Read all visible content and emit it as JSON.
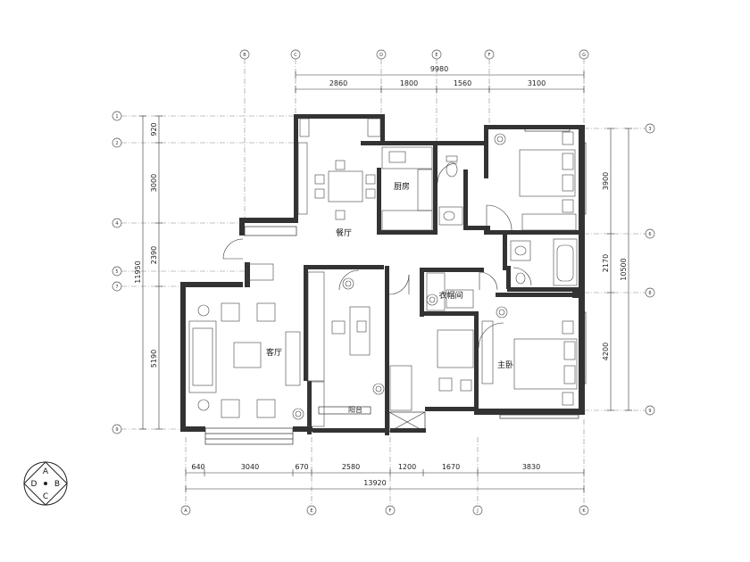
{
  "dimensions": {
    "top_total": "9980",
    "top_segments": [
      "2860",
      "1800",
      "1560",
      "3100"
    ],
    "bottom_segments": [
      "640",
      "3040",
      "670",
      "2580",
      "1200",
      "1670",
      "3830"
    ],
    "bottom_total": "13920",
    "left_segments": [
      "920",
      "3000",
      "2390",
      "5190"
    ],
    "left_total": "11950",
    "right_segments": [
      "3900",
      "2170",
      "4200"
    ],
    "right_total": "10500"
  },
  "grid_labels": {
    "top": [
      "B",
      "C",
      "D",
      "E",
      "F",
      "G"
    ],
    "bottom": [
      "A",
      "E",
      "F",
      "J",
      "K"
    ],
    "left": [
      "1",
      "2",
      "4",
      "5",
      "7",
      "9"
    ],
    "right": [
      "3",
      "6",
      "8",
      "9"
    ]
  },
  "rooms": {
    "kitchen": "厨房",
    "dining": "餐厅",
    "living": "客厅",
    "master_bedroom": "主卧",
    "closet": "衣帽间",
    "balcony": "阳台"
  },
  "compass": {
    "top": "A",
    "right": "B",
    "bottom": "C",
    "left": "D"
  }
}
